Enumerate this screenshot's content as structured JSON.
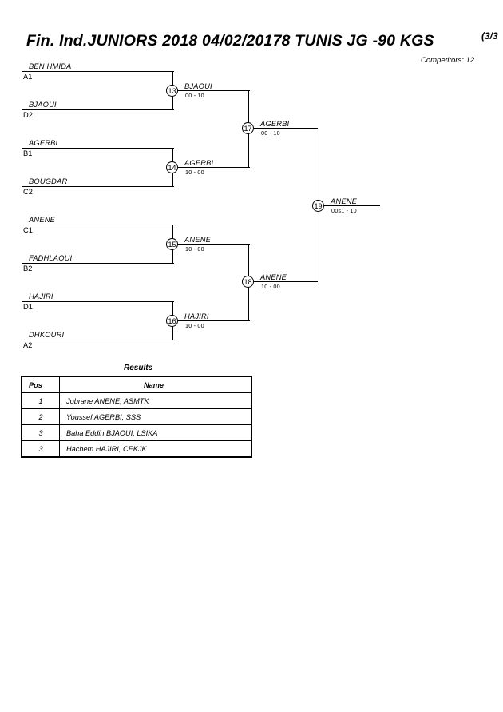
{
  "header": {
    "title": "Fin. Ind.JUNIORS 2018  04/02/20178  TUNIS   JG -90 KGS",
    "page_indicator": "(3/3",
    "competitors": "Competitors: 12"
  },
  "bracket": {
    "round1": [
      {
        "name": "BEN HMIDA",
        "seed": "A1"
      },
      {
        "name": "BJAOUI",
        "seed": "D2"
      },
      {
        "name": "AGERBI",
        "seed": "B1"
      },
      {
        "name": "BOUGDAR",
        "seed": "C2"
      },
      {
        "name": "ANENE",
        "seed": "C1"
      },
      {
        "name": "FADHLAOUI",
        "seed": "B2"
      },
      {
        "name": "HAJIRI",
        "seed": "D1"
      },
      {
        "name": "DHKOURI",
        "seed": "A2"
      }
    ],
    "matches": [
      {
        "number": "13",
        "winner": "BJAOUI",
        "score": "00 - 10"
      },
      {
        "number": "14",
        "winner": "AGERBI",
        "score": "10 - 00"
      },
      {
        "number": "15",
        "winner": "ANENE",
        "score": "10 - 00"
      },
      {
        "number": "16",
        "winner": "HAJIRI",
        "score": "10 - 00"
      },
      {
        "number": "17",
        "winner": "AGERBI",
        "score": "00 - 10"
      },
      {
        "number": "18",
        "winner": "ANENE",
        "score": "10 - 00"
      },
      {
        "number": "19",
        "winner": "ANENE",
        "score": "00s1 - 10"
      }
    ]
  },
  "results": {
    "title": "Results",
    "columns": {
      "pos": "Pos",
      "name": "Name"
    },
    "rows": [
      {
        "pos": "1",
        "name": "Jobrane ANENE, ASMTK"
      },
      {
        "pos": "2",
        "name": "Youssef AGERBI, SSS"
      },
      {
        "pos": "3",
        "name": "Baha Eddin BJAOUI, LSIKA"
      },
      {
        "pos": "3",
        "name": "Hachem HAJIRI, CEKJK"
      }
    ]
  }
}
